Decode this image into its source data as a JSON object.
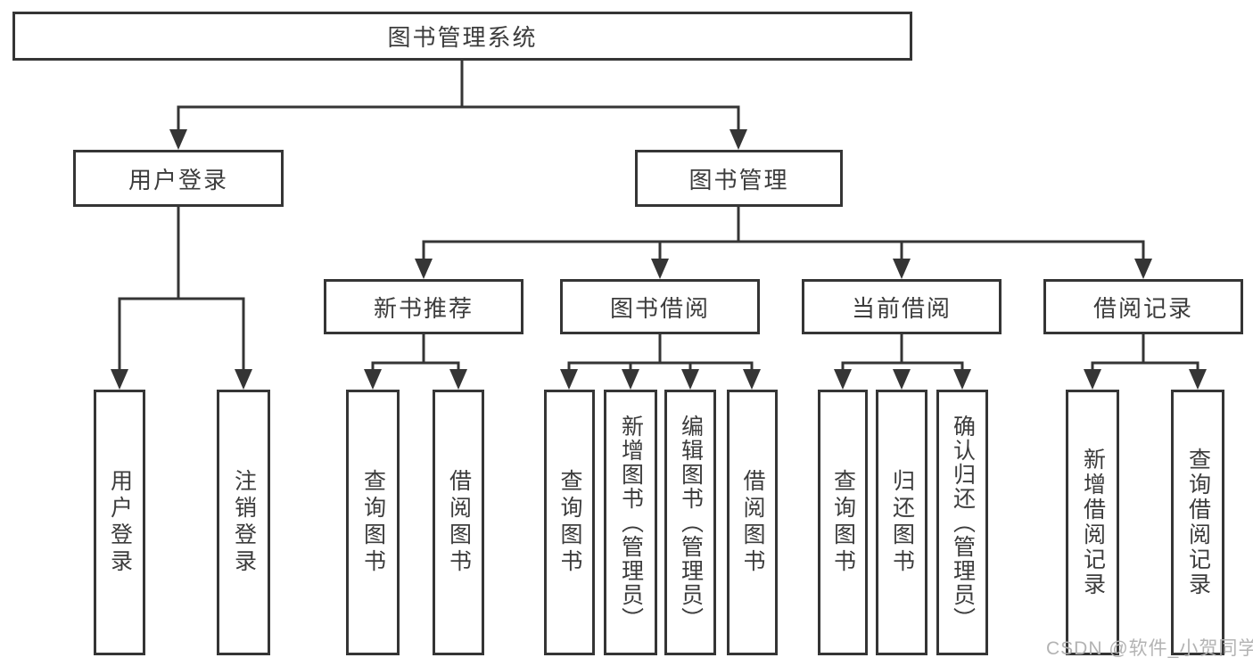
{
  "colors": {
    "line": "#353535",
    "node_text": "#3c3c3c",
    "node_fill": "#ffffff",
    "background": "#ffffff",
    "watermark": "#b3b3b3"
  },
  "tree": {
    "root": {
      "label": "图书管理系统"
    },
    "children": [
      {
        "label": "用户登录",
        "children": [
          {
            "label": "用户登录"
          },
          {
            "label": "注销登录"
          }
        ]
      },
      {
        "label": "图书管理",
        "children": [
          {
            "label": "新书推荐",
            "children": [
              {
                "label": "查询图书"
              },
              {
                "label": "借阅图书"
              }
            ]
          },
          {
            "label": "图书借阅",
            "children": [
              {
                "label": "查询图书"
              },
              {
                "label": "新增图书（管理员）"
              },
              {
                "label": "编辑图书（管理员）"
              },
              {
                "label": "借阅图书"
              }
            ]
          },
          {
            "label": "当前借阅",
            "children": [
              {
                "label": "查询图书"
              },
              {
                "label": "归还图书"
              },
              {
                "label": "确认归还（管理员）"
              }
            ]
          },
          {
            "label": "借阅记录",
            "children": [
              {
                "label": "新增借阅记录"
              },
              {
                "label": "查询借阅记录"
              }
            ]
          }
        ]
      }
    ]
  },
  "watermark": {
    "text": "CSDN @软件_小贺同学"
  }
}
